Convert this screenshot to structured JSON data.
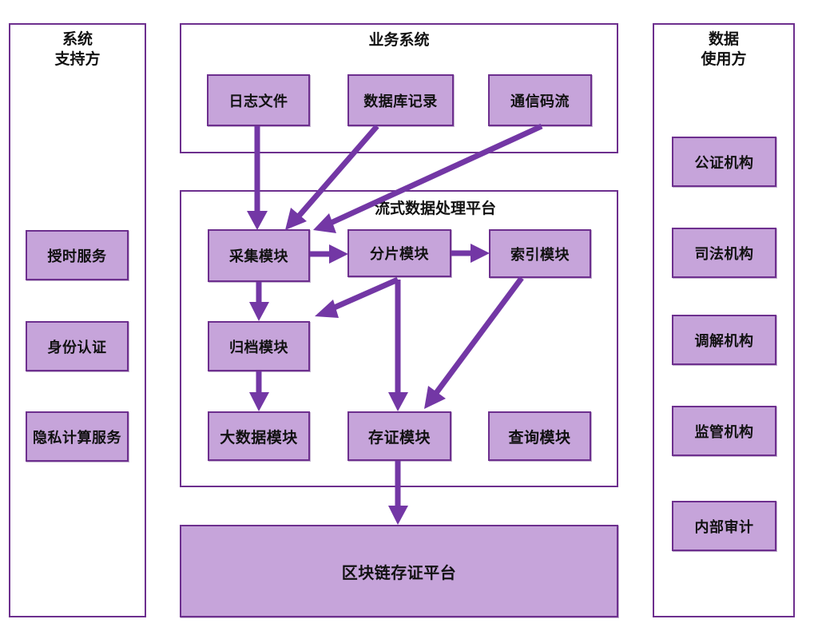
{
  "diagram": {
    "panels": {
      "left": {
        "title": "系统\n支持方"
      },
      "middle_top": {
        "title": "业务系统"
      },
      "middle_stream": {
        "title": "流式数据处理平台"
      },
      "right": {
        "title": "数据\n使用方"
      }
    },
    "left_nodes": [
      {
        "label": "授时服务"
      },
      {
        "label": "身份认证"
      },
      {
        "label": "隐私计算服务"
      }
    ],
    "source_nodes": [
      {
        "label": "日志文件"
      },
      {
        "label": "数据库记录"
      },
      {
        "label": "通信码流"
      }
    ],
    "stream_nodes_row1": [
      {
        "label": "采集模块"
      },
      {
        "label": "分片模块"
      },
      {
        "label": "索引模块"
      }
    ],
    "stream_nodes_row2": [
      {
        "label": "归档模块"
      }
    ],
    "stream_nodes_row3": [
      {
        "label": "大数据模块"
      },
      {
        "label": "存证模块"
      },
      {
        "label": "查询模块"
      }
    ],
    "platform": {
      "label": "区块链存证平台"
    },
    "right_nodes": [
      {
        "label": "公证机构"
      },
      {
        "label": "司法机构"
      },
      {
        "label": "调解机构"
      },
      {
        "label": "监管机构"
      },
      {
        "label": "内部审计"
      }
    ],
    "colors": {
      "node_fill": "#c6a4da",
      "node_border": "#6d2f8e",
      "arrow": "#7337a5",
      "panel_border": "#6d2f8e",
      "background": "#ffffff",
      "text": "#111111"
    },
    "edges": [
      {
        "from": "日志文件",
        "to": "采集模块"
      },
      {
        "from": "数据库记录",
        "to": "采集模块"
      },
      {
        "from": "通信码流",
        "to": "采集模块"
      },
      {
        "from": "采集模块",
        "to": "分片模块"
      },
      {
        "from": "采集模块",
        "to": "归档模块"
      },
      {
        "from": "分片模块",
        "to": "索引模块"
      },
      {
        "from": "分片模块",
        "to": "归档模块"
      },
      {
        "from": "分片模块",
        "to": "存证模块"
      },
      {
        "from": "索引模块",
        "to": "存证模块"
      },
      {
        "from": "归档模块",
        "to": "大数据模块"
      },
      {
        "from": "存证模块",
        "to": "区块链存证平台"
      }
    ]
  }
}
